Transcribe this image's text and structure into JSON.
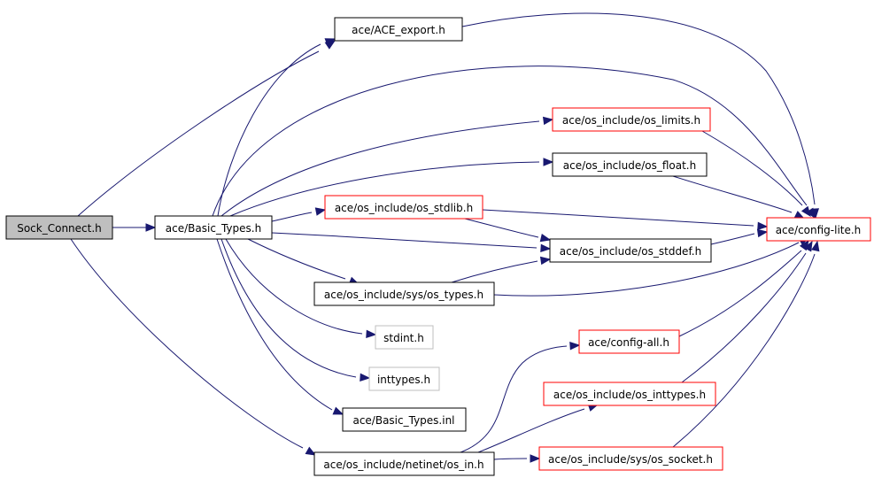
{
  "colors": {
    "edge": "#191970",
    "root_fill": "#bfbfbf",
    "border_default": "#000000",
    "border_truncated": "#ff0000",
    "border_external": "#bfbfbf",
    "background": "#ffffff"
  },
  "nodes": {
    "sock_connect": {
      "label": "Sock_Connect.h",
      "style": "root"
    },
    "basic_types": {
      "label": "ace/Basic_Types.h",
      "style": "default"
    },
    "ace_export": {
      "label": "ace/ACE_export.h",
      "style": "default"
    },
    "os_limits": {
      "label": "ace/os_include/os_limits.h",
      "style": "truncated"
    },
    "os_float": {
      "label": "ace/os_include/os_float.h",
      "style": "default"
    },
    "os_stdlib": {
      "label": "ace/os_include/os_stdlib.h",
      "style": "truncated"
    },
    "config_lite": {
      "label": "ace/config-lite.h",
      "style": "truncated"
    },
    "os_stddef": {
      "label": "ace/os_include/os_stddef.h",
      "style": "default"
    },
    "sys_os_types": {
      "label": "ace/os_include/sys/os_types.h",
      "style": "default"
    },
    "stdint": {
      "label": "stdint.h",
      "style": "external"
    },
    "config_all": {
      "label": "ace/config-all.h",
      "style": "truncated"
    },
    "inttypes": {
      "label": "inttypes.h",
      "style": "external"
    },
    "os_inttypes": {
      "label": "ace/os_include/os_inttypes.h",
      "style": "truncated"
    },
    "basic_types_inl": {
      "label": "ace/Basic_Types.inl",
      "style": "default"
    },
    "netinet_os_in": {
      "label": "ace/os_include/netinet/os_in.h",
      "style": "default"
    },
    "sys_os_socket": {
      "label": "ace/os_include/sys/os_socket.h",
      "style": "truncated"
    }
  },
  "edges": [
    [
      "sock_connect",
      "basic_types"
    ],
    [
      "sock_connect",
      "ace_export"
    ],
    [
      "sock_connect",
      "netinet_os_in"
    ],
    [
      "basic_types",
      "ace_export"
    ],
    [
      "basic_types",
      "config_lite"
    ],
    [
      "basic_types",
      "os_limits"
    ],
    [
      "basic_types",
      "os_float"
    ],
    [
      "basic_types",
      "os_stdlib"
    ],
    [
      "basic_types",
      "os_stddef"
    ],
    [
      "basic_types",
      "sys_os_types"
    ],
    [
      "basic_types",
      "stdint"
    ],
    [
      "basic_types",
      "inttypes"
    ],
    [
      "basic_types",
      "basic_types_inl"
    ],
    [
      "ace_export",
      "config_lite"
    ],
    [
      "os_limits",
      "config_lite"
    ],
    [
      "os_float",
      "config_lite"
    ],
    [
      "os_stdlib",
      "config_lite"
    ],
    [
      "os_stdlib",
      "os_stddef"
    ],
    [
      "os_stddef",
      "config_lite"
    ],
    [
      "sys_os_types",
      "os_stddef"
    ],
    [
      "sys_os_types",
      "config_lite"
    ],
    [
      "config_all",
      "config_lite"
    ],
    [
      "os_inttypes",
      "config_lite"
    ],
    [
      "sys_os_socket",
      "config_lite"
    ],
    [
      "netinet_os_in",
      "config_all"
    ],
    [
      "netinet_os_in",
      "os_inttypes"
    ],
    [
      "netinet_os_in",
      "sys_os_socket"
    ]
  ]
}
